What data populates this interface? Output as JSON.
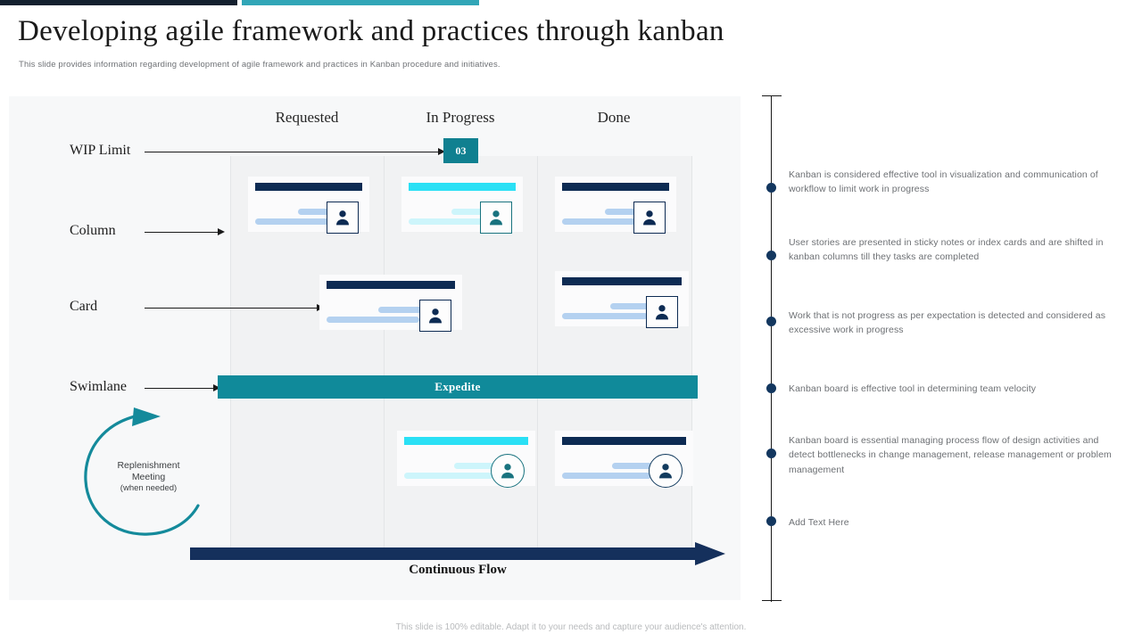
{
  "header": {
    "title": "Developing agile framework and practices through kanban",
    "subtitle": "This slide provides information regarding development of agile framework and practices in Kanban procedure and initiatives."
  },
  "colors": {
    "accent_dark": "#13202e",
    "accent_teal": "#31a6b7",
    "navy": "#0d2b53",
    "cyan": "#2ae0f5",
    "swimlane_teal": "#108a9a",
    "badge_teal": "#108090",
    "timeline_dot": "#13375f"
  },
  "board": {
    "columns": [
      {
        "id": "requested",
        "label": "Requested"
      },
      {
        "id": "inprogress",
        "label": "In Progress"
      },
      {
        "id": "done",
        "label": "Done"
      }
    ],
    "row_labels": {
      "wip": "WIP Limit",
      "column": "Column",
      "card": "Card",
      "swimlane": "Swimlane"
    },
    "wip_limit_value": "03",
    "swimlane_label": "Expedite",
    "replenishment": {
      "line1": "Replenishment",
      "line2": "Meeting",
      "line3": "(when needed)"
    },
    "flow_label": "Continuous Flow",
    "cards": [
      {
        "id": "card-req-1",
        "column": "requested",
        "row": "top",
        "theme": "navy",
        "avatar": "square"
      },
      {
        "id": "card-prog-1",
        "column": "inprogress",
        "row": "top",
        "theme": "cyan",
        "avatar": "square"
      },
      {
        "id": "card-done-1",
        "column": "done",
        "row": "top",
        "theme": "navy",
        "avatar": "square"
      },
      {
        "id": "card-mid-1",
        "column": "requested",
        "row": "middle",
        "theme": "navy",
        "avatar": "square"
      },
      {
        "id": "card-done-2",
        "column": "done",
        "row": "middle",
        "theme": "navy",
        "avatar": "square"
      },
      {
        "id": "card-prog-3",
        "column": "inprogress",
        "row": "bottom",
        "theme": "cyan",
        "avatar": "circle"
      },
      {
        "id": "card-done-3",
        "column": "done",
        "row": "bottom",
        "theme": "navy",
        "avatar": "circle"
      }
    ]
  },
  "timeline": {
    "bullets": [
      "Kanban is considered effective tool in visualization and communication of workflow to limit work in progress",
      "User stories are presented in sticky notes or index cards and are shifted in kanban columns till they tasks are completed",
      "Work that is not progress as per expectation is detected and considered as excessive work in progress",
      "Kanban board is effective tool in determining team velocity",
      "Kanban board is essential managing process flow of design activities and detect bottlenecks in change management, release management or problem management",
      "Add Text Here"
    ]
  },
  "footer": {
    "note": "This slide is 100% editable. Adapt it to your needs and capture your audience's attention."
  }
}
